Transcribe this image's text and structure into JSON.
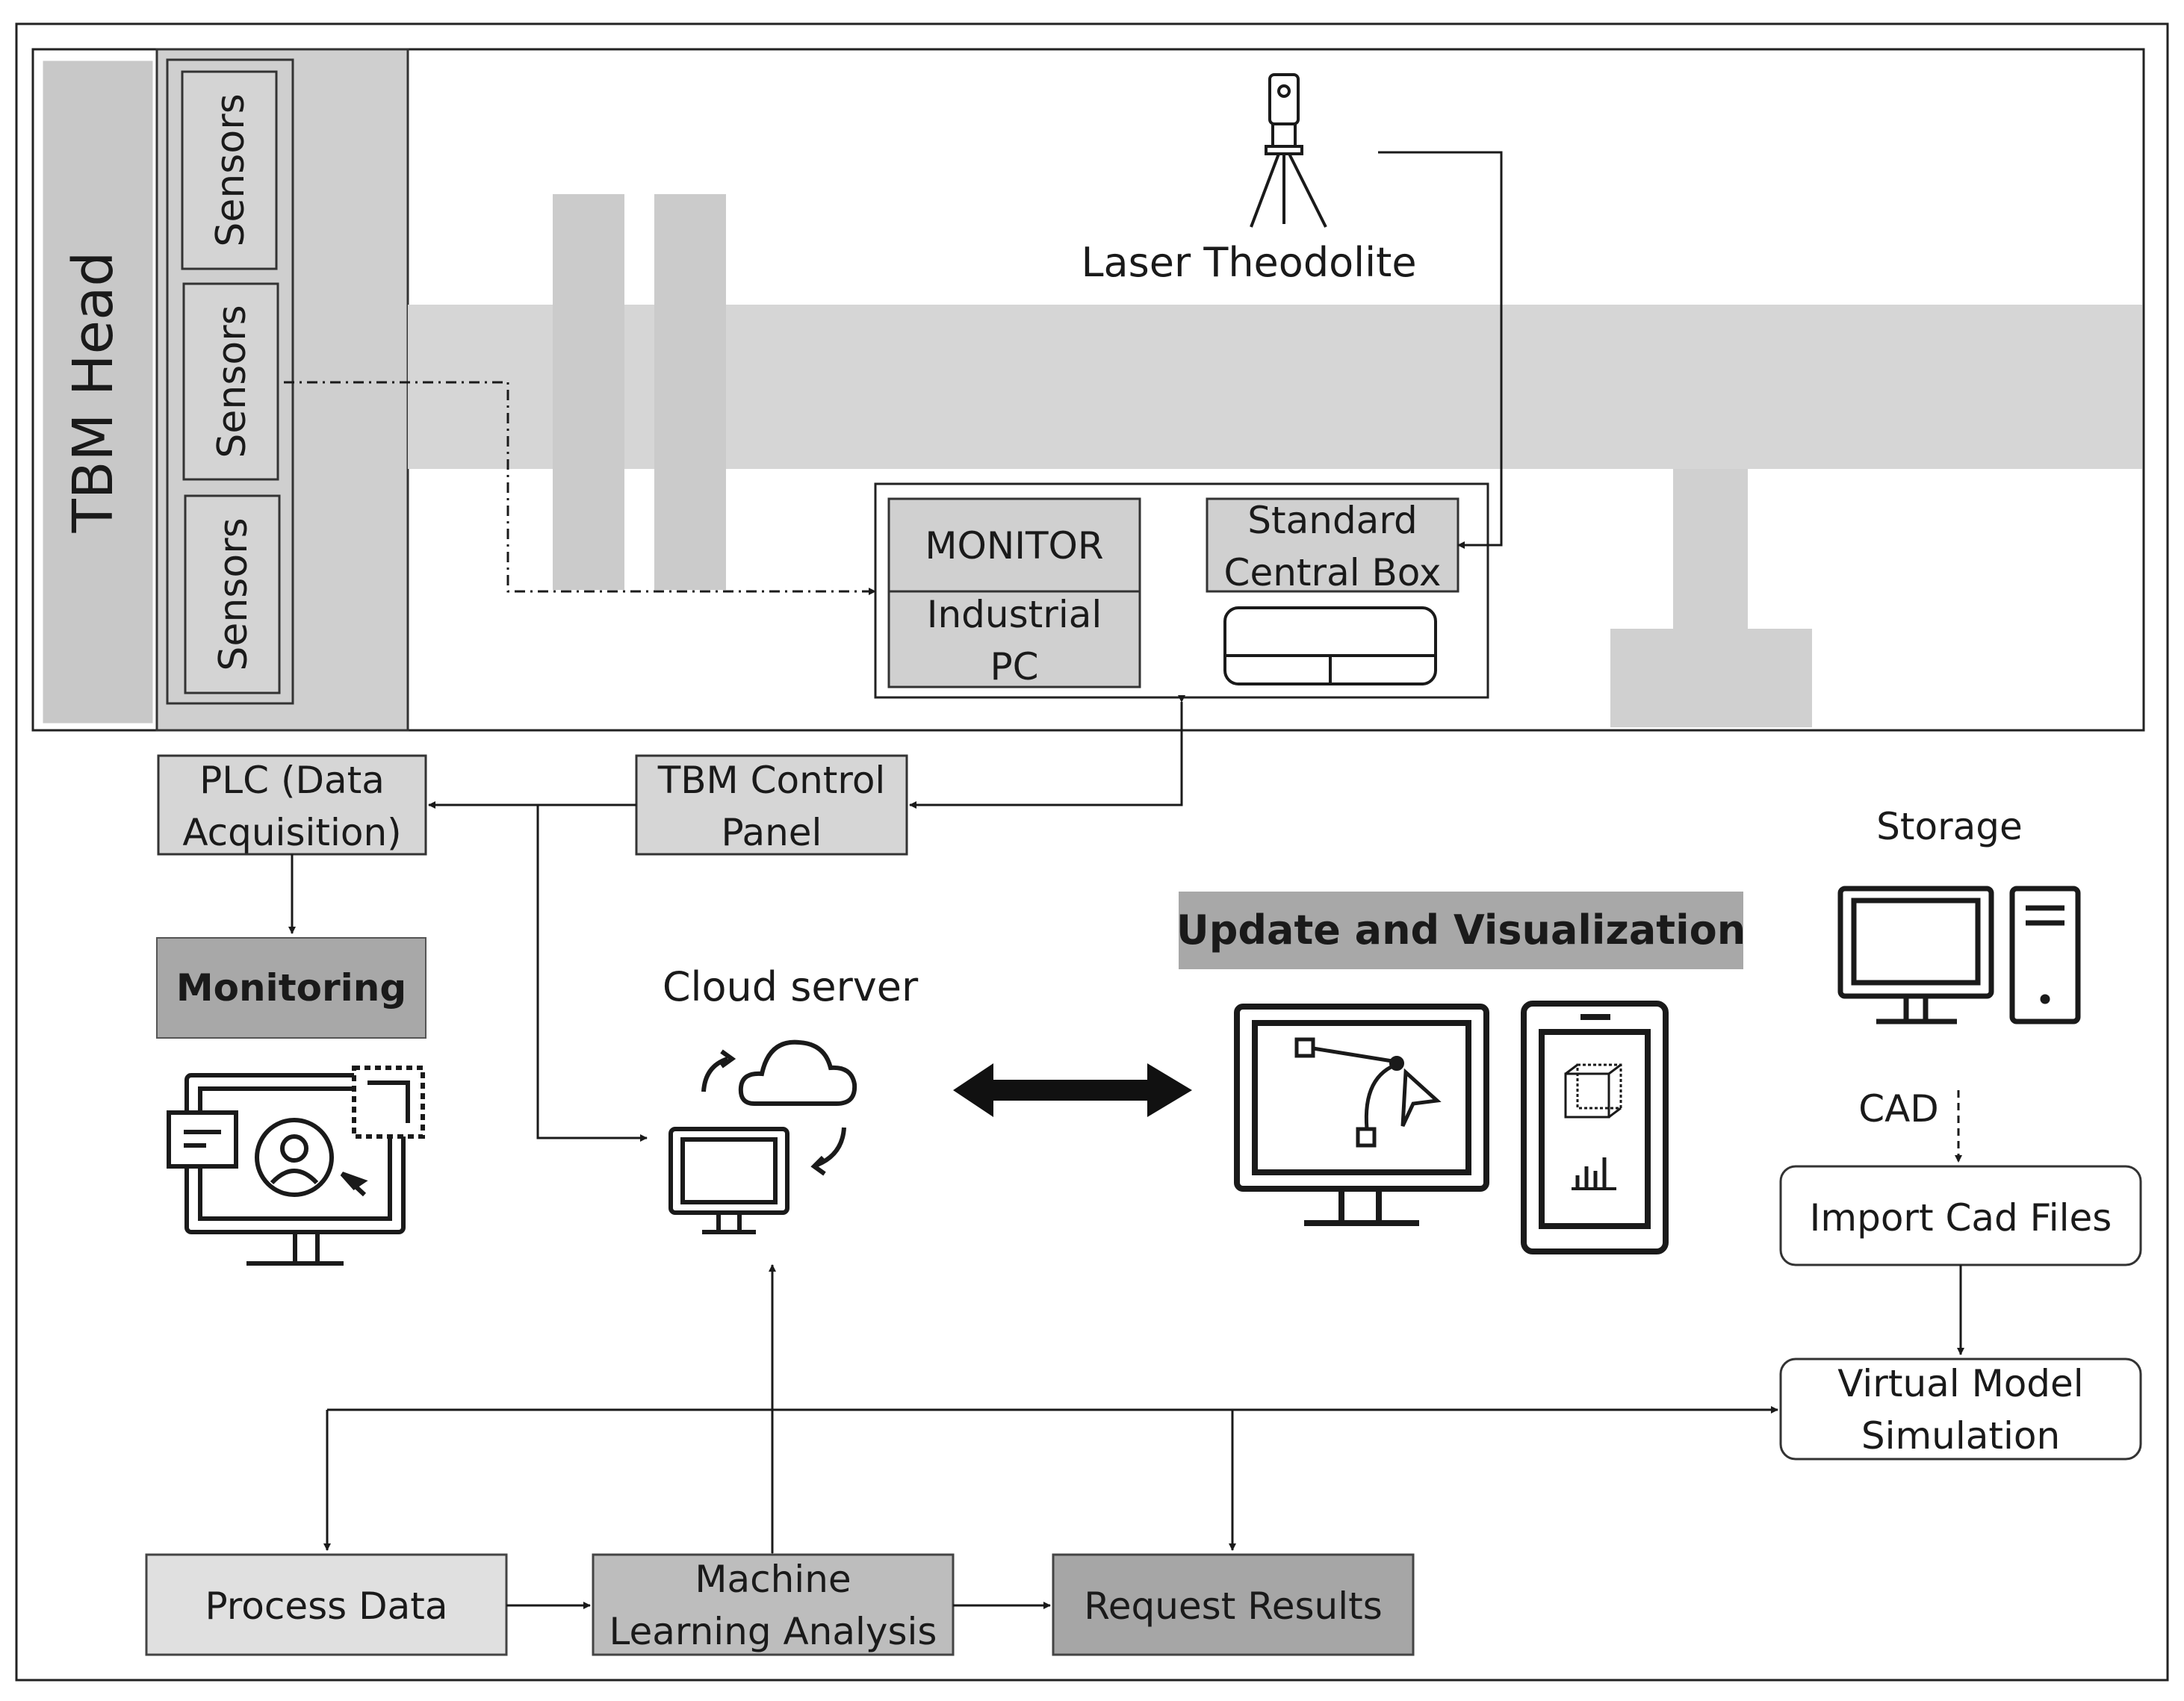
{
  "tbm_head": "TBM Head",
  "sensors": [
    "Sensors",
    "Sensors",
    "Sensors"
  ],
  "laser_theodolite": "Laser Theodolite",
  "monitor": "MONITOR",
  "industrial_pc": [
    "Industrial",
    "PC"
  ],
  "central_box": [
    "Standard",
    "Central Box"
  ],
  "plc": [
    "PLC (Data",
    "Acquisition)"
  ],
  "control_panel": [
    "TBM Control",
    "Panel"
  ],
  "monitoring": "Monitoring",
  "cloud_server": "Cloud server",
  "update_visualization": "Update and Visualization",
  "storage": "Storage",
  "cad": "CAD",
  "import_cad": "Import Cad Files",
  "virtual_model": [
    "Virtual Model",
    "Simulation"
  ],
  "process_data": "Process Data",
  "machine_learning": [
    "Machine",
    "Learning Analysis"
  ],
  "request_results": "Request Results",
  "colors": {
    "panel_gray": "#d0d0d0",
    "dark_gray": "#a6a6a6",
    "mid_gray": "#bdbdbd",
    "light_gray": "#e2e2e2",
    "line": "#1a1a1a"
  }
}
